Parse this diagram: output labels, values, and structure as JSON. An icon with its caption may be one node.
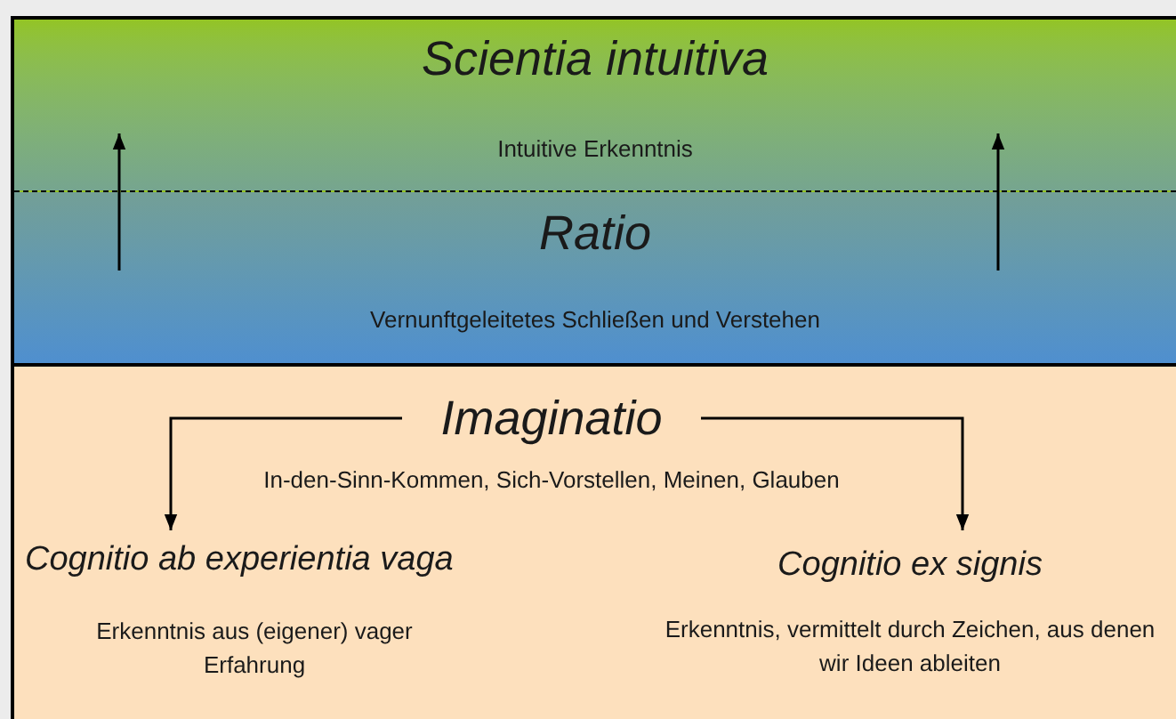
{
  "diagram": {
    "nodes": [
      {
        "text": [
          "Scientia intuitiva",
          "Intuitive Erkenntnis"
        ]
      },
      {
        "text": [
          "Ratio",
          "Vernunftgeleitetes Schließen und Verstehen"
        ]
      },
      {
        "text": [
          "Imaginatio",
          "In-den-Sinn-Kommen, Sich-Vorstellen, Meinen, Glauben"
        ]
      },
      {
        "text": [
          "Cognitio ab experientia vaga",
          "Erkenntnis aus (eigener) vager Erfahrung"
        ]
      },
      {
        "text": [
          "Cognitio ex signis",
          "Erkenntnis, vermittelt durch Zeichen, aus denen wir Ideen ableiten"
        ]
      }
    ],
    "edges": [
      {
        "from": 1,
        "to": 0,
        "arrow": "to"
      },
      {
        "from": 1,
        "to": 0,
        "arrow": "to"
      },
      {
        "from": 2,
        "to": 3,
        "arrow": "to"
      },
      {
        "from": 2,
        "to": 4,
        "arrow": "to"
      }
    ]
  }
}
